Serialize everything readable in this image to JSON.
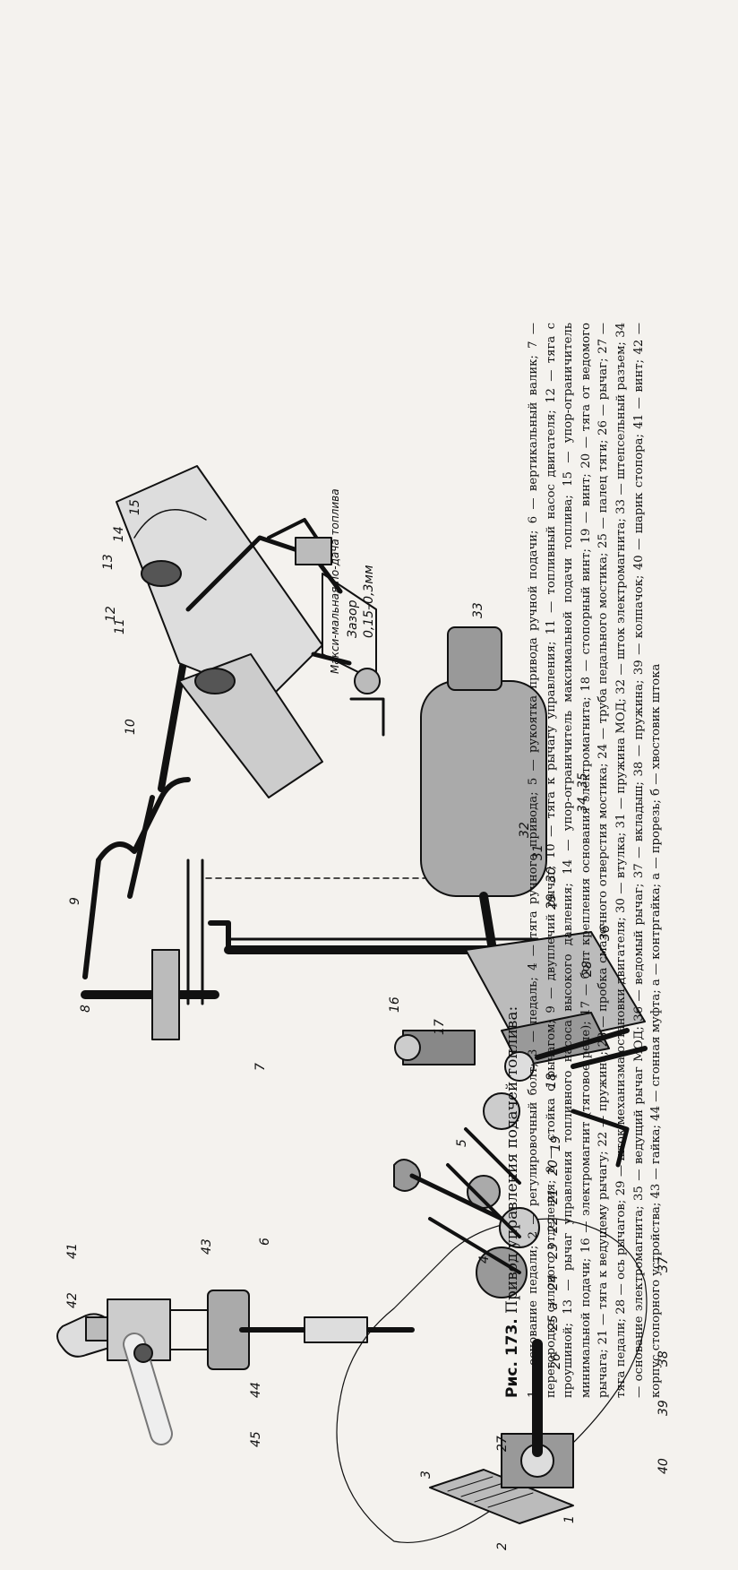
{
  "figure": {
    "number_label": "Рис. 173.",
    "title": "Привод управления подачей топлива:",
    "legend_text": "1 — основание педали; 2 — регулировочный болт; 3 — педаль; 4 — тяга ручного привода; 5 — рукоятка привода ручной подачи; 6 — вертикальный валик; 7 — перегородка силового отделения; 8 — стойка с рычагом; 9 — двуплечий рычаг; 10 — тяга к рычагу управления; 11 — топливный насос двигателя; 12 — тяга с проушиной; 13 — рычаг управления топливного насоса высокого давления; 14 — упор-ограничитель максимальной подачи топлива; 15 — упор-ограничитель минимальной подачи; 16 — электромагнит (тяговое реле); 17 — болт крепления основания электромагнита; 18 — стопорный винт; 19 — винт; 20 — тяга от ведомого рычага; 21 — тяга к ведущему рычагу; 22 — пружина; 23 — пробка смазочного отверстия мостика; 24 — труба педального мостика; 25 — палец тяги; 26 — рычаг; 27 — тяга педали; 28 — ось рычагов; 29 — шток механизма остановки двигателя; 30 — втулка; 31 — пружина МОД; 32 — шток электромагнита; 33 — штепсельный разъем; 34 — основание электромагнита; 35 — ведущий рычаг МОД; 36 — ведомый рычаг; 37 — вкладыш; 38 — пружина; 39 — колпачок; 40 — шарик стопора; 41 — винт; 42 — корпус стопорного устройства; 43 — гайка; 44 — сгонная муфта; а — контргайка; а — прорезь; б — хвостовик штока"
  },
  "inset": {
    "gap_label": "Зазор",
    "gap_value": "0,15–0,3мм",
    "max_feed_label": "Макси-мальная по-дача топлива"
  },
  "callouts": [
    "1",
    "2",
    "3",
    "4",
    "5",
    "6",
    "7",
    "8",
    "9",
    "10",
    "11",
    "12",
    "13",
    "14",
    "15",
    "16",
    "17",
    "18",
    "19",
    "20",
    "21",
    "22",
    "23",
    "24",
    "25",
    "a",
    "26",
    "27",
    "28",
    "29",
    "30",
    "31",
    "32",
    "33",
    "34",
    "35",
    "36",
    "37",
    "38",
    "39",
    "40",
    "41",
    "42",
    "43",
    "44",
    "45"
  ],
  "colors": {
    "ink": "#111111",
    "paper": "#f4f2ee"
  }
}
